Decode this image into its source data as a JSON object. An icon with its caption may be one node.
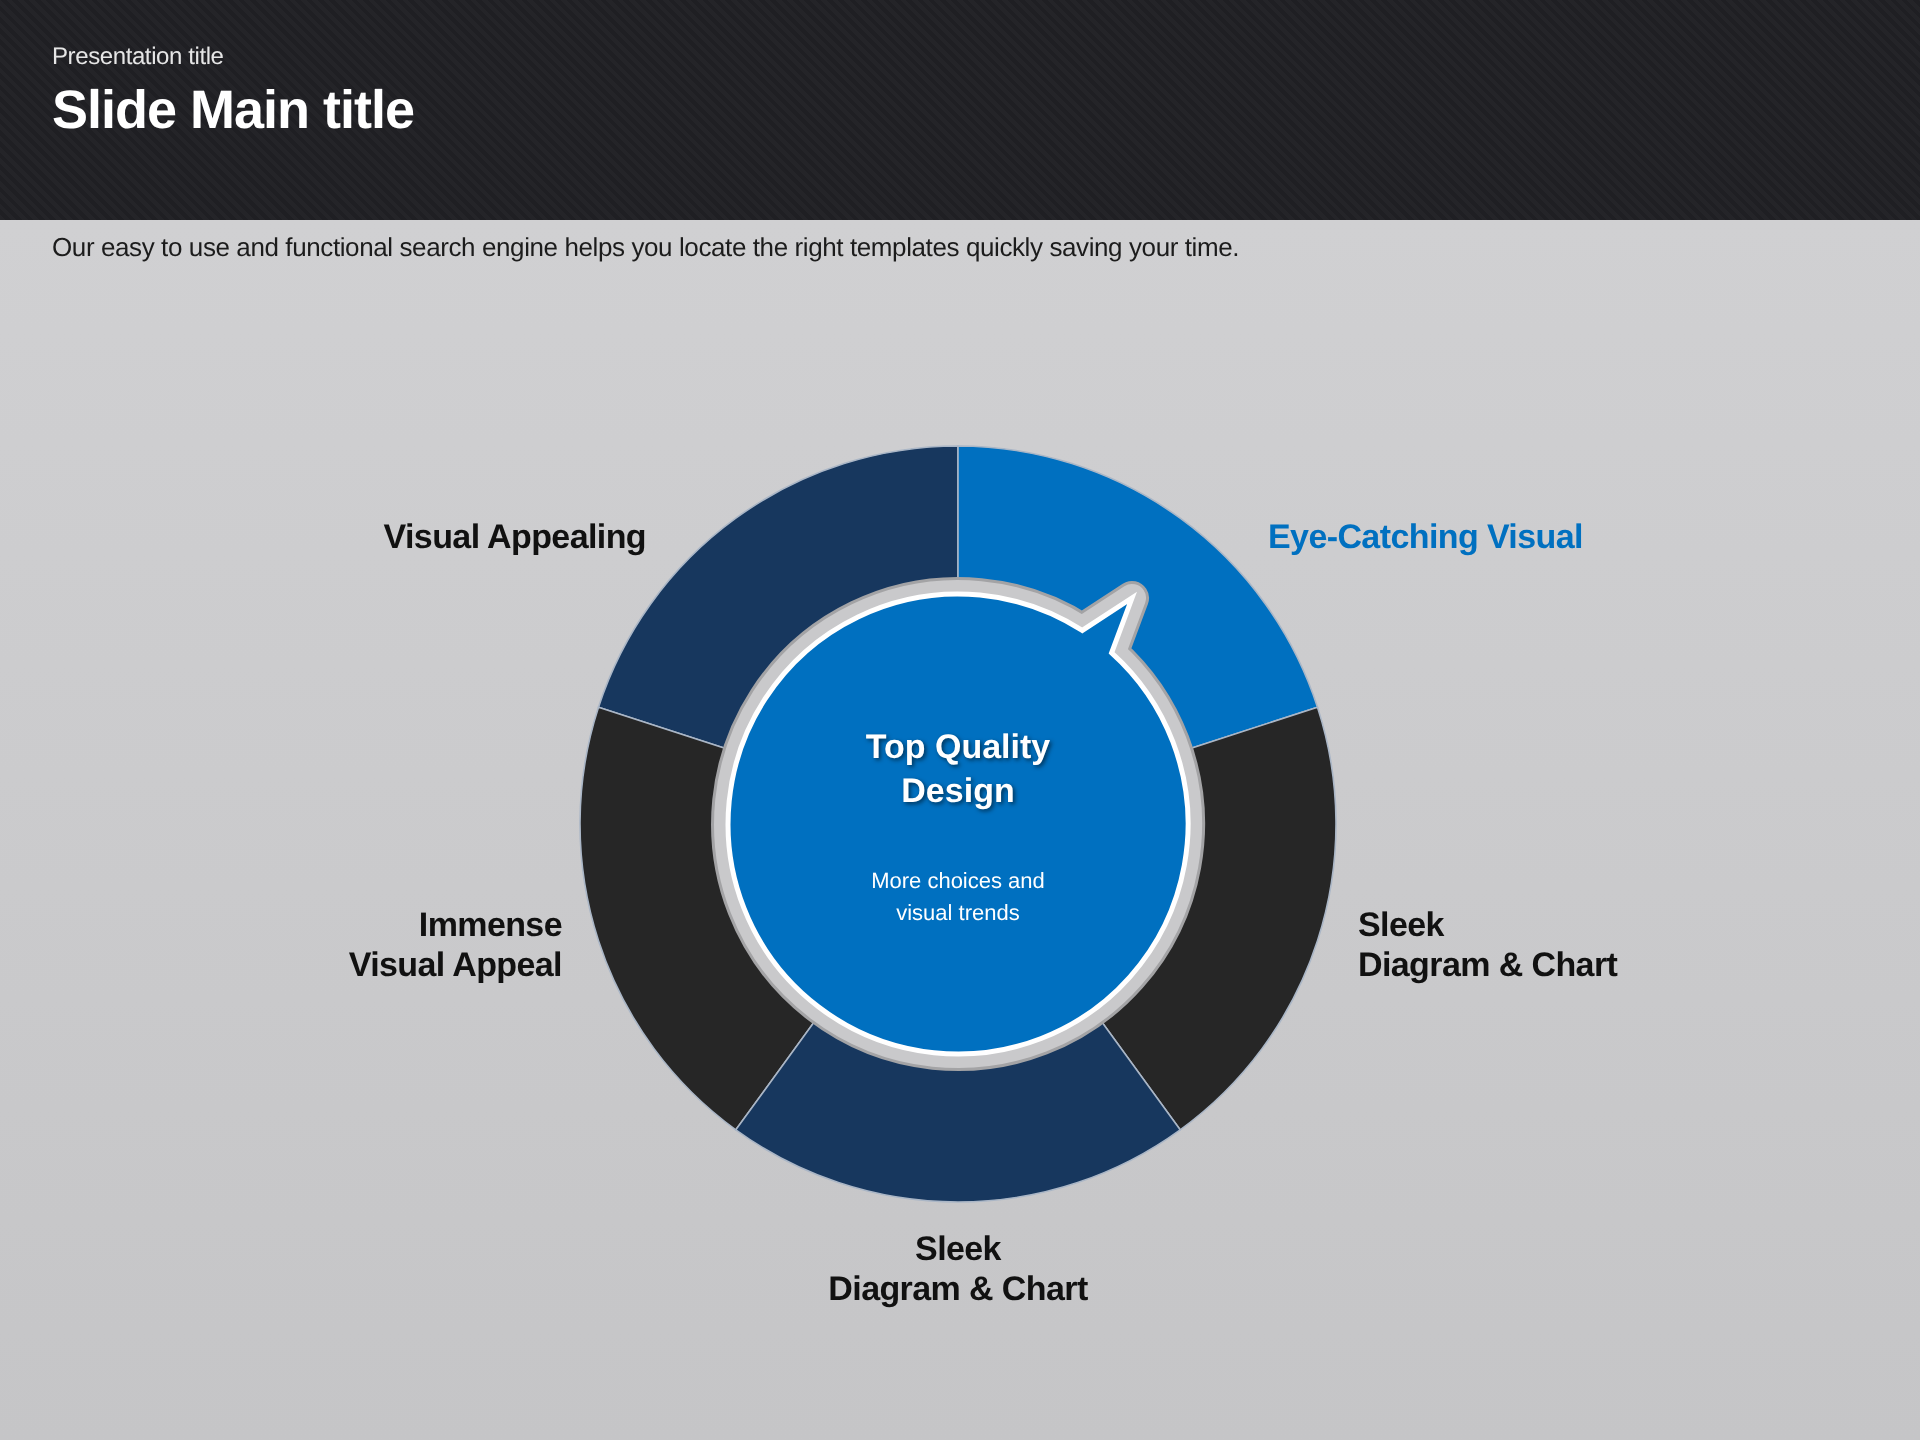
{
  "diagram": {
    "title": "Slide Main title",
    "nodes": [
      {
        "text": [],
        "shape": "segment",
        "beside": [
          "Visual Appealing"
        ]
      },
      {
        "text": [],
        "shape": "segment",
        "beside": [
          "Eye-Catching Visual"
        ]
      },
      {
        "text": [
          "Top Quality Design",
          "More choices and visual trends"
        ]
      },
      {
        "text": [],
        "shape": "segment",
        "beside": [
          "Immense Visual Appeal"
        ]
      },
      {
        "text": [],
        "shape": "segment",
        "beside": [
          "Sleek Diagram & Chart"
        ]
      },
      {
        "text": [],
        "shape": "segment",
        "beside": [
          "Sleek Diagram & Chart"
        ]
      }
    ],
    "labels": [
      "Presentation title",
      "Our easy to use and functional search engine helps you locate the right templates quickly saving your time."
    ]
  }
}
